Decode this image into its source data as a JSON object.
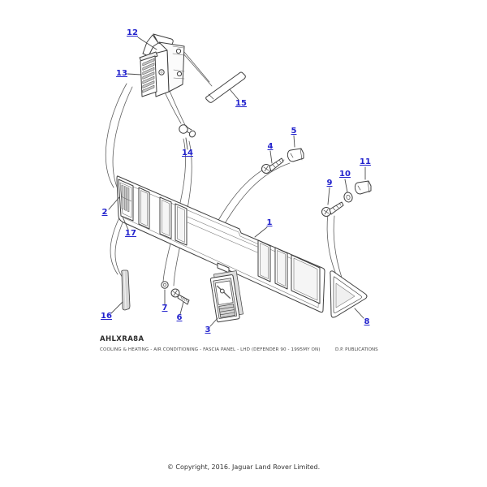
{
  "callout_color": "#2323cd",
  "callouts": {
    "c1": "1",
    "c2": "2",
    "c3": "3",
    "c4": "4",
    "c5": "5",
    "c6": "6",
    "c7": "7",
    "c8": "8",
    "c9": "9",
    "c10": "10",
    "c11": "11",
    "c12": "12",
    "c13": "13",
    "c14": "14",
    "c15": "15",
    "c16": "16",
    "c17": "17"
  },
  "footer": {
    "drawing_code": "AHLXRA8A",
    "description": "COOLING & HEATING - AIR CONDITIONING - FASCIA PANEL - LHD  (DEFENDER 90 - 1995MY ON)",
    "publisher": "D.P. PUBLICATIONS"
  },
  "copyright": "© Copyright, 2016. Jaguar Land Rover Limited."
}
